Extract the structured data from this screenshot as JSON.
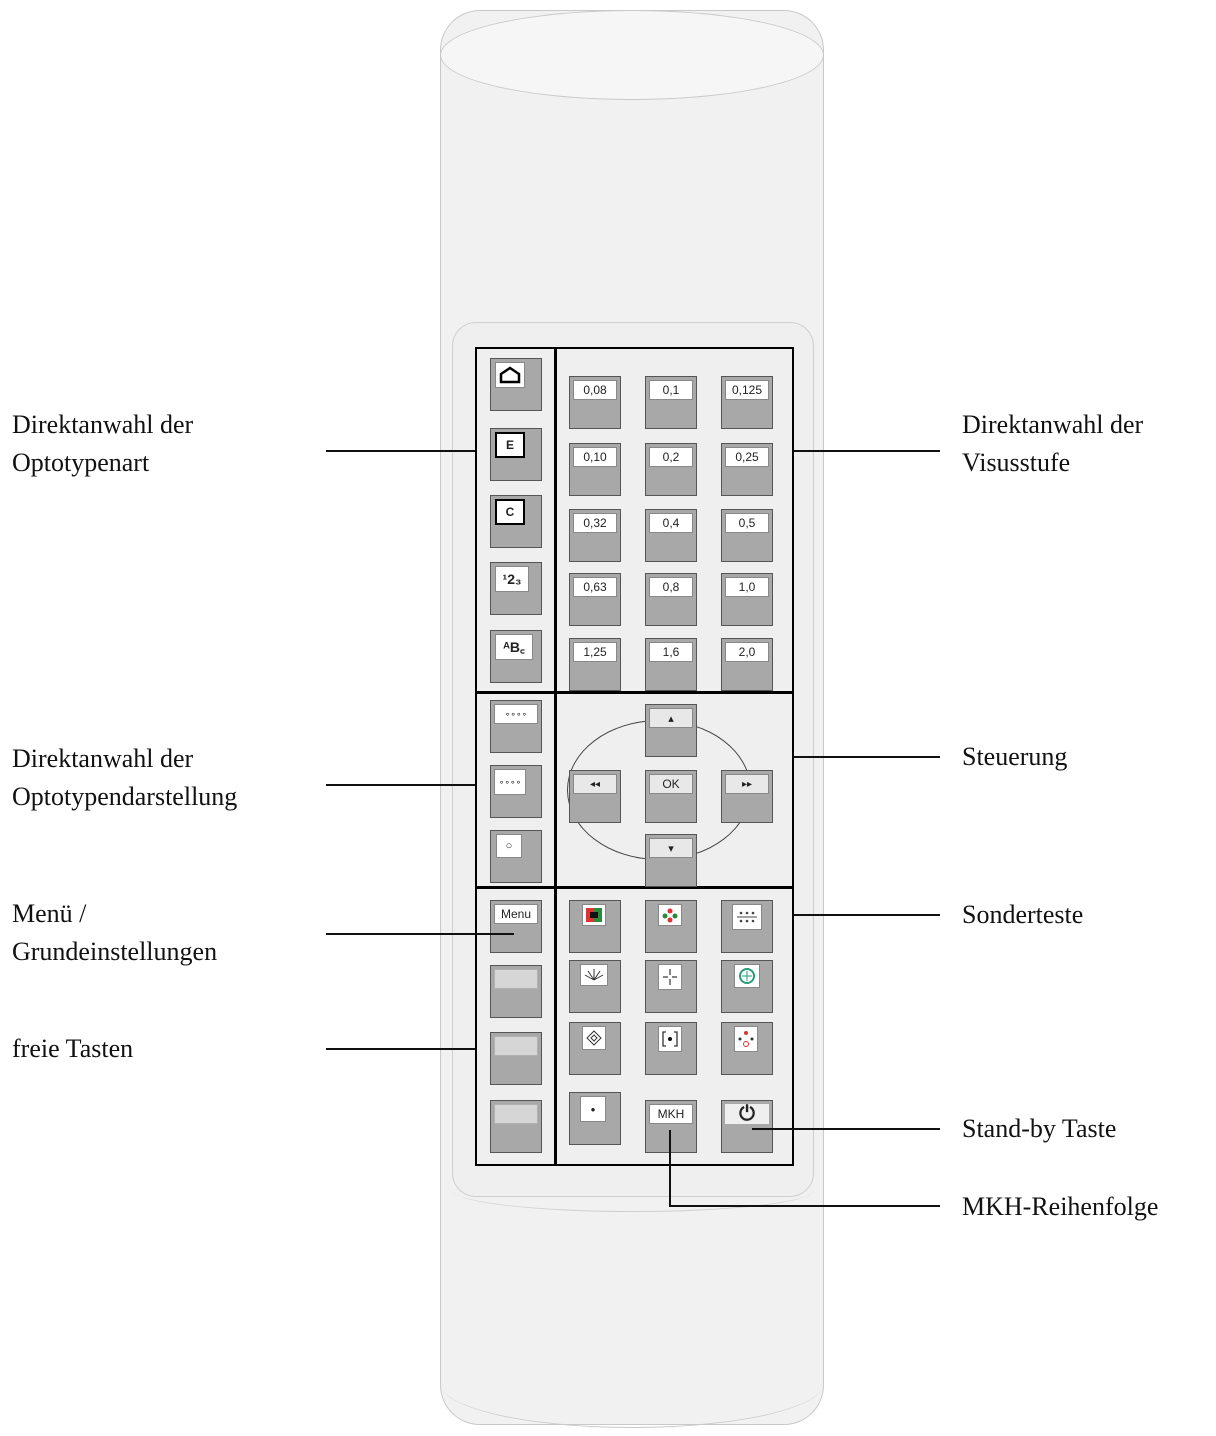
{
  "labels": {
    "left_1_line1": "Direktanwahl der",
    "left_1_line2": "Optotypenart",
    "left_2_line1": "Direktanwahl der",
    "left_2_line2": "Optotypendarstellung",
    "left_3_line1": "Menü /",
    "left_3_line2": "Grundeinstellungen",
    "left_4": "freie Tasten",
    "right_1_line1": "Direktanwahl der",
    "right_1_line2": "Visusstufe",
    "right_2": "Steuerung",
    "right_3": "Sonderteste",
    "right_4": "Stand-by Taste",
    "right_5": "MKH-Reihenfolge"
  },
  "optotype_keys": [
    {
      "name": "house-icon",
      "label": "⌂"
    },
    {
      "name": "e-icon",
      "label": "E"
    },
    {
      "name": "landolt-c-icon",
      "label": "C"
    },
    {
      "name": "numbers-icon",
      "label": "¹2₃"
    },
    {
      "name": "letters-icon",
      "label": "ᴬB꜀"
    }
  ],
  "visus_keys": [
    "0,08",
    "0,1",
    "0,125",
    "0,10",
    "0,2",
    "0,25",
    "0,32",
    "0,4",
    "0,5",
    "0,63",
    "0,8",
    "1,0",
    "1,25",
    "1,6",
    "2,0"
  ],
  "control_keys": {
    "up": "▴",
    "left": "◂◂",
    "ok": "OK",
    "right": "▸▸",
    "down": "▾"
  },
  "menu_key": "Menu",
  "mkh_key": "MKH",
  "standby_key": "⏻",
  "dots_single": "•",
  "dots_row": "∘∘∘∘",
  "dot_circle": "○"
}
